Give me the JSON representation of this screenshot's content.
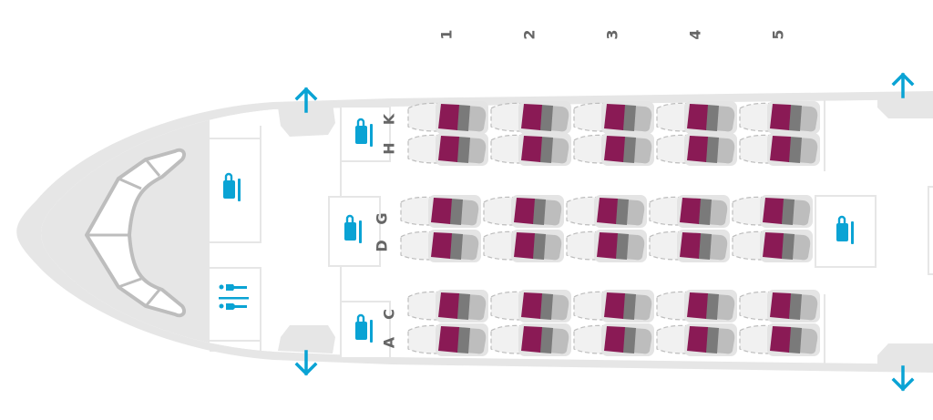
{
  "seat_map": {
    "columns": [
      "1",
      "2",
      "3",
      "4",
      "5"
    ],
    "row_groups": [
      {
        "id": "top",
        "letters": [
          "K",
          "H"
        ]
      },
      {
        "id": "middle",
        "letters": [
          "G",
          "D"
        ]
      },
      {
        "id": "bottom",
        "letters": [
          "C",
          "A"
        ]
      }
    ],
    "facilities": [
      {
        "type": "galley",
        "icon": "luggage-icon"
      },
      {
        "type": "lavatory",
        "icon": "lavatory-icon"
      },
      {
        "type": "closet",
        "icon": "luggage-icon"
      }
    ],
    "exits": [
      {
        "id": "front-left",
        "direction": "up"
      },
      {
        "id": "front-right",
        "direction": "down"
      },
      {
        "id": "rear-left",
        "direction": "up"
      },
      {
        "id": "rear-right",
        "direction": "down"
      }
    ],
    "colors": {
      "fuselage": "#e6e6e6",
      "seat_back": "#8a1a55",
      "seat_mid": "#7a7a7a",
      "seat_head": "#bdbdbd",
      "accent": "#0aa3d4",
      "label": "#666666"
    }
  }
}
